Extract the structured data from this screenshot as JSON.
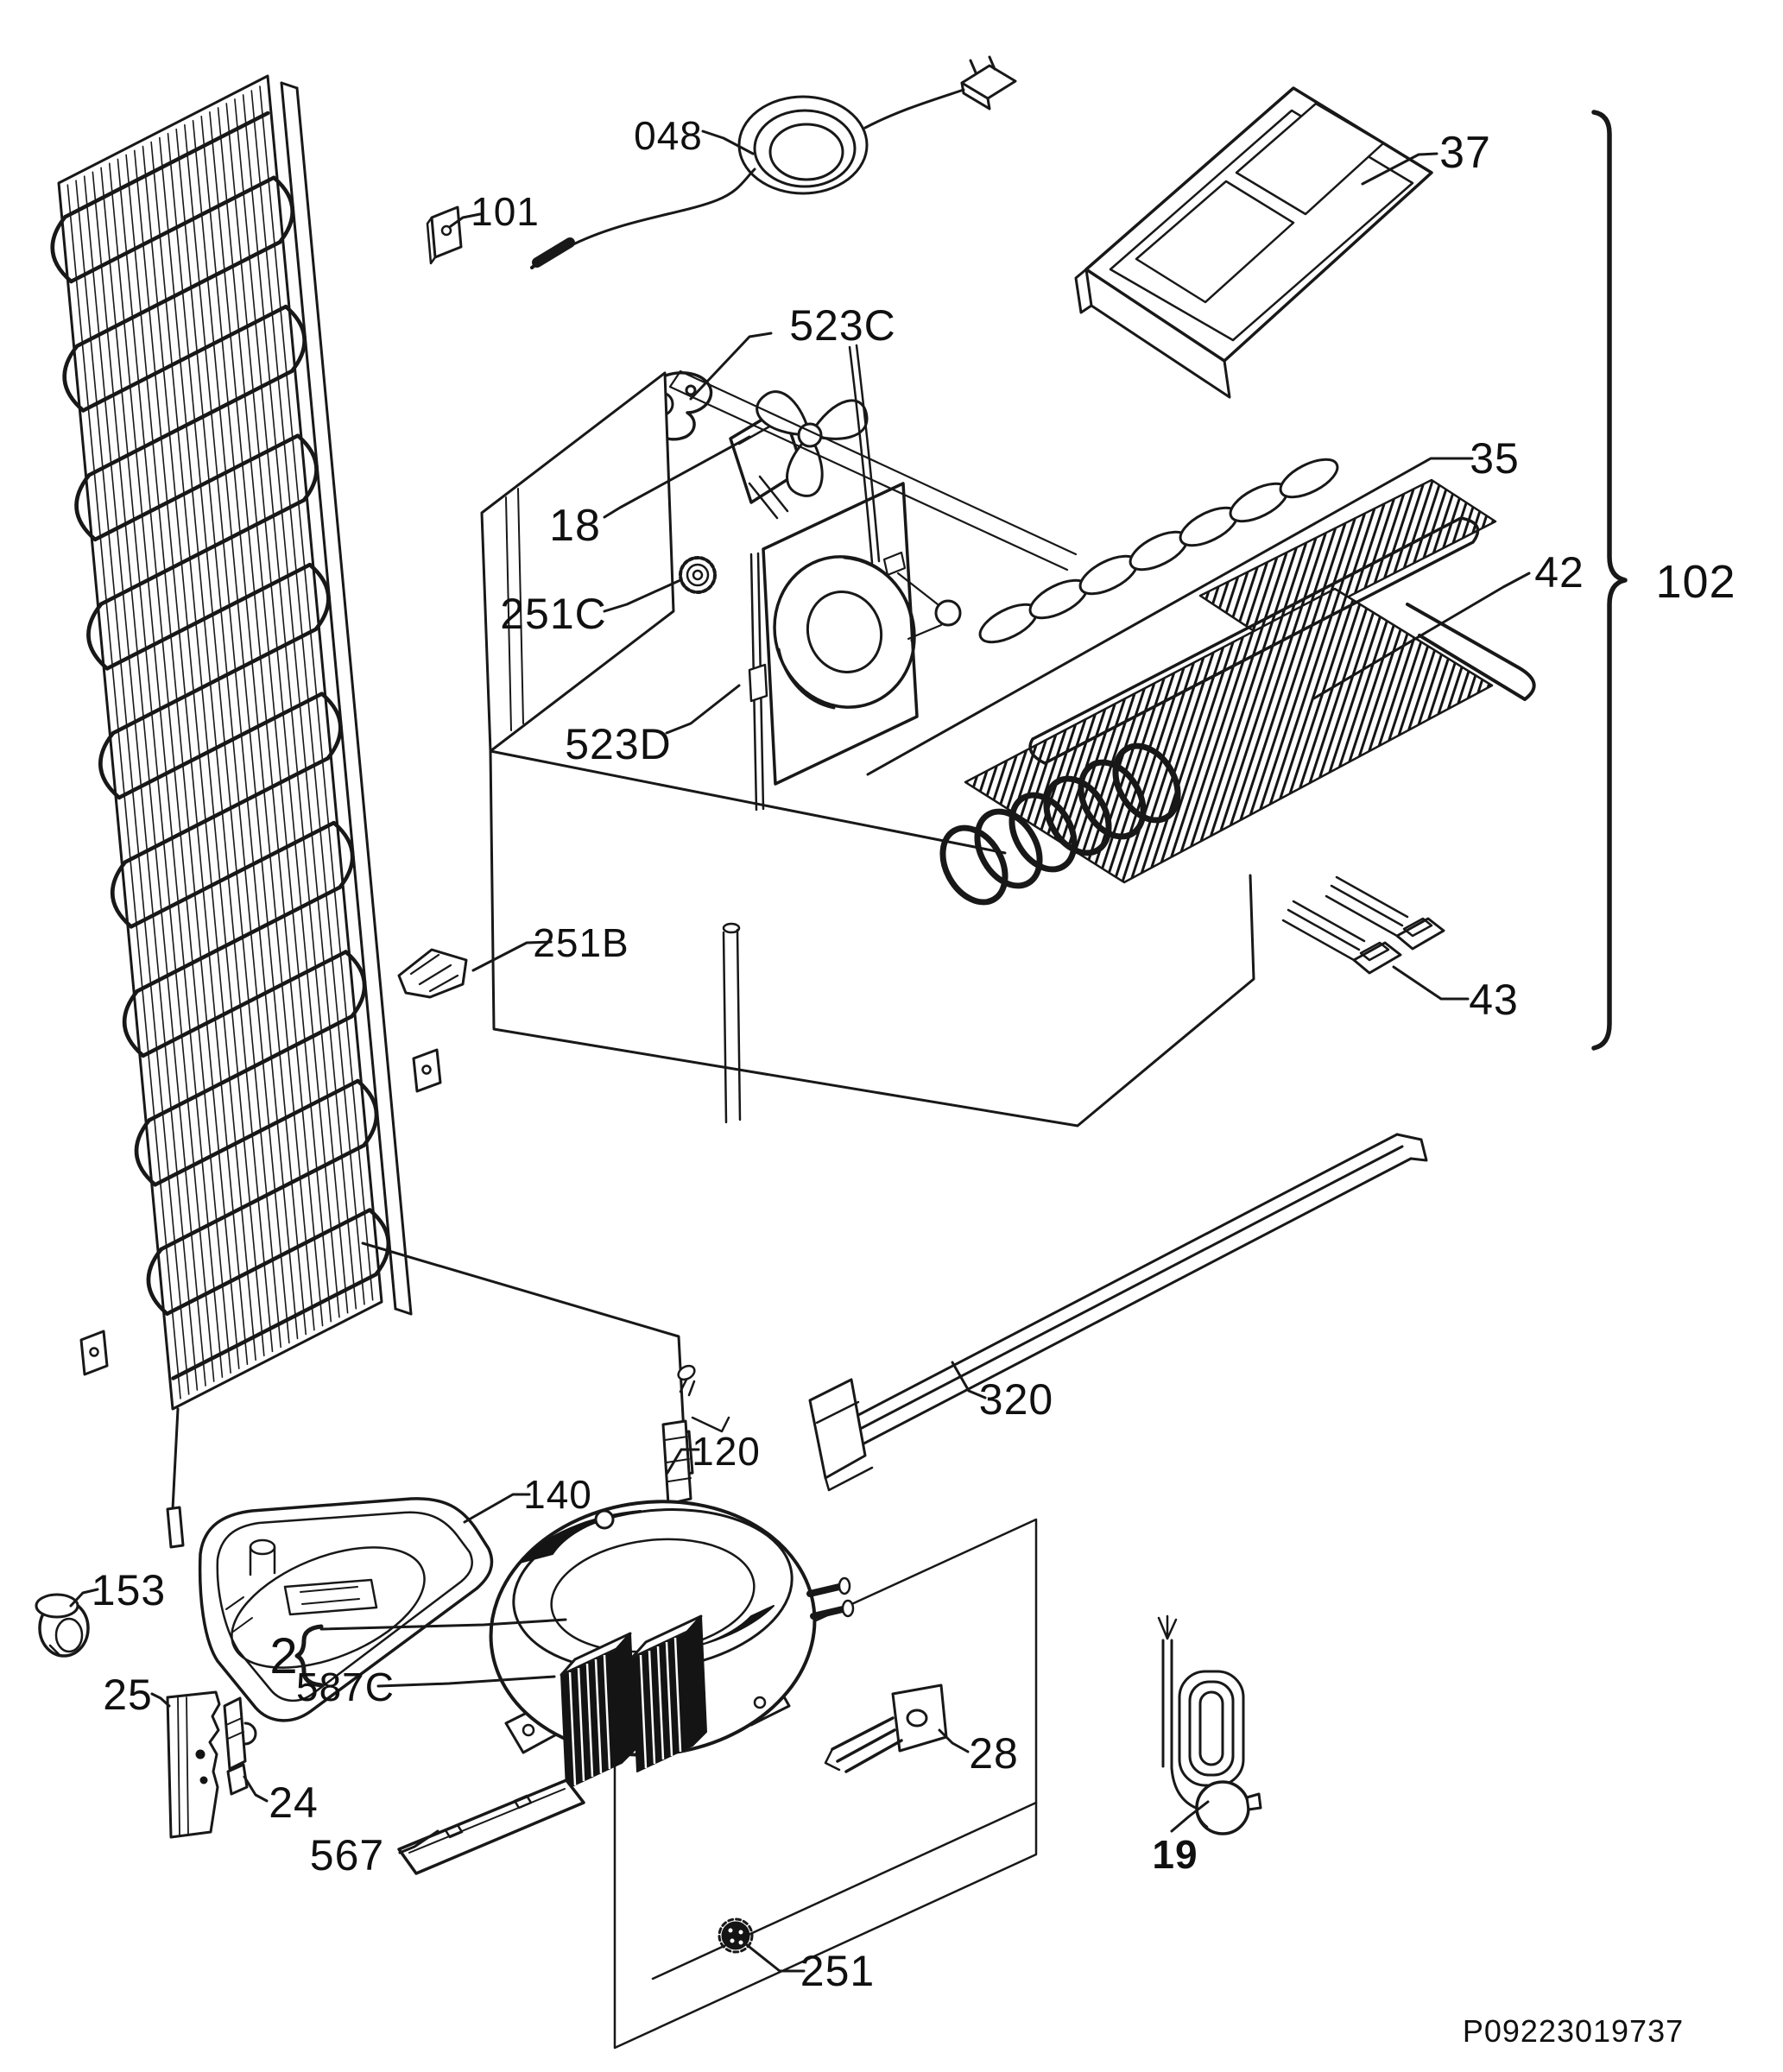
{
  "page": {
    "background": "#ffffff",
    "ink": "#181818",
    "type": "exploded-parts-diagram"
  },
  "footer": {
    "drawing_number": "P09223019737"
  },
  "callouts": [
    {
      "id": "048",
      "text": "048"
    },
    {
      "id": "101",
      "text": "101"
    },
    {
      "id": "523C",
      "text": "523C"
    },
    {
      "id": "18",
      "text": "18"
    },
    {
      "id": "251C",
      "text": "251C"
    },
    {
      "id": "523D",
      "text": "523D"
    },
    {
      "id": "37",
      "text": "37"
    },
    {
      "id": "35",
      "text": "35"
    },
    {
      "id": "42",
      "text": "42"
    },
    {
      "id": "102",
      "text": "102"
    },
    {
      "id": "43",
      "text": "43"
    },
    {
      "id": "251B",
      "text": "251B"
    },
    {
      "id": "320",
      "text": "320"
    },
    {
      "id": "120",
      "text": "120"
    },
    {
      "id": "140",
      "text": "140"
    },
    {
      "id": "153",
      "text": "153"
    },
    {
      "id": "2",
      "text": "2"
    },
    {
      "id": "587C",
      "text": "587C"
    },
    {
      "id": "25",
      "text": "25"
    },
    {
      "id": "24",
      "text": "24"
    },
    {
      "id": "567",
      "text": "567"
    },
    {
      "id": "251",
      "text": "251"
    },
    {
      "id": "28",
      "text": "28"
    },
    {
      "id": "19",
      "text": "19"
    }
  ]
}
